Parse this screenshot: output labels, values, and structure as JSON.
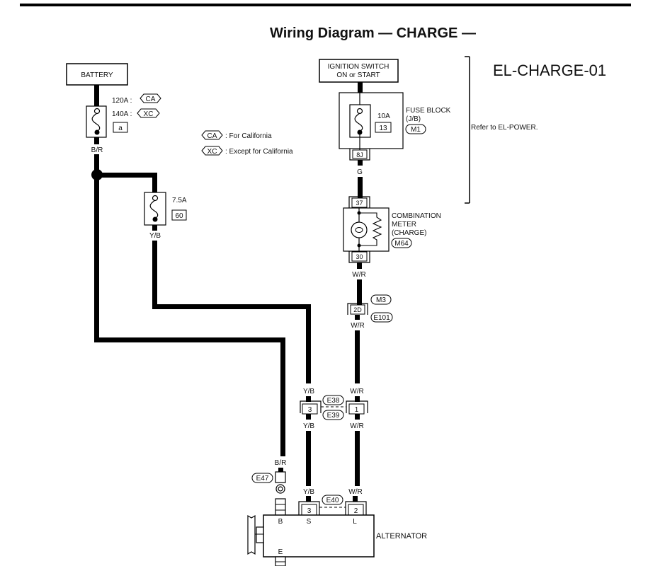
{
  "title": "Wiring Diagram — CHARGE —",
  "diagram_id": "EL-CHARGE-01",
  "refer_note": "Refer to EL-POWER.",
  "legend": [
    {
      "code": "CA",
      "text": ": For California"
    },
    {
      "code": "XC",
      "text": ": Except for California"
    }
  ],
  "battery": {
    "label": "BATTERY",
    "fuse_ratings": [
      {
        "amps": "120A :",
        "code": "CA"
      },
      {
        "amps": "140A :",
        "code": "XC"
      }
    ],
    "fuse_id": "a",
    "wire": "B/R"
  },
  "fuse_60": {
    "amps": "7.5A",
    "id": "60",
    "wire": "Y/B"
  },
  "ignition": {
    "line1": "IGNITION SWITCH",
    "line2": "ON or START"
  },
  "fuse_block": {
    "line1": "FUSE BLOCK",
    "line2": "(J/B)",
    "connector": "M1",
    "fuse_amps": "10A",
    "fuse_id": "13",
    "terminal": "8J",
    "wire": "G"
  },
  "combination_meter": {
    "line1": "COMBINATION",
    "line2": "METER",
    "line3": "(CHARGE)",
    "connector": "M64",
    "terminal_in": "37",
    "terminal_out": "30",
    "wire": "W/R"
  },
  "junction_2d": {
    "terminal": "2D",
    "conn_top": "M3",
    "conn_bottom": "E101",
    "wire": "W/R"
  },
  "junction_e38": {
    "conn_top": "E38",
    "conn_bottom": "E39",
    "left_terminal": "3",
    "right_terminal": "1",
    "left_wire_top": "Y/B",
    "left_wire_bottom": "Y/B",
    "right_wire_top": "W/R",
    "right_wire_bottom": "W/R"
  },
  "alternator": {
    "label": "ALTERNATOR",
    "b_connector": "E47",
    "b_wire": "B/R",
    "e40": "E40",
    "s_wire": "Y/B",
    "l_wire": "W/R",
    "s_terminal": "3",
    "l_terminal": "2",
    "term_b": "B",
    "term_s": "S",
    "term_l": "L",
    "term_e": "E"
  }
}
